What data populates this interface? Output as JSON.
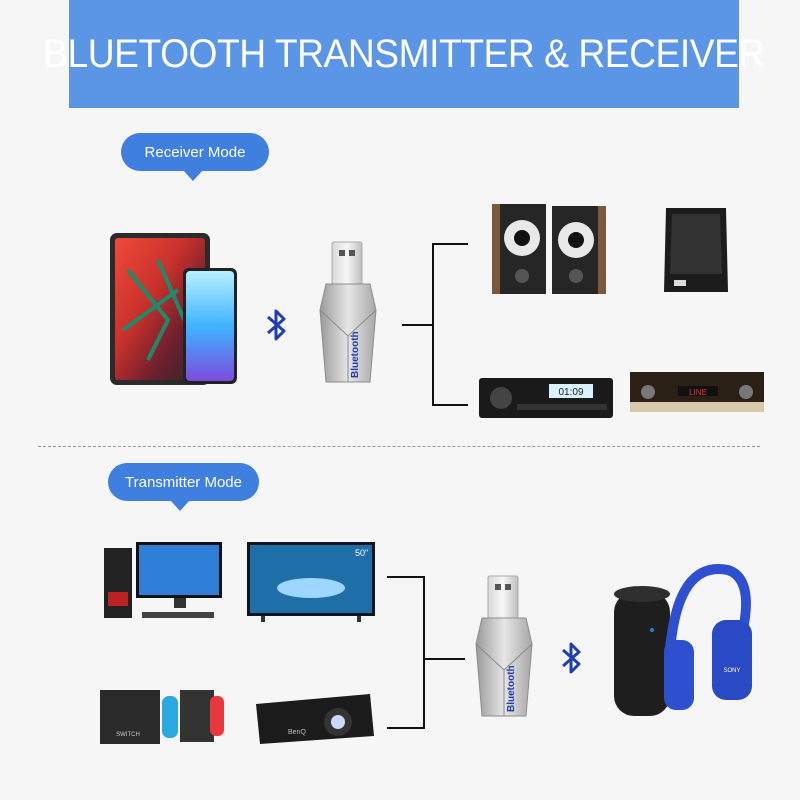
{
  "banner": {
    "title": "BLUETOOTH  TRANSMITTER & RECEIVER"
  },
  "receiver": {
    "label": "Receiver Mode"
  },
  "transmitter": {
    "label": "Transmitter Mode"
  },
  "adapter": {
    "text": "Bluetooth"
  },
  "devices": {
    "tv_size": "50\"",
    "car_display": "01:09",
    "amp_display": "LINE",
    "switch_label": "SWITCH",
    "headphone_brand": "SONY",
    "projector_brand": "BenQ"
  },
  "colors": {
    "banner": "#5b95e6",
    "pill": "#3f7fe0",
    "bluetooth": "#1f3fb0",
    "headphone": "#2e4fd0"
  }
}
